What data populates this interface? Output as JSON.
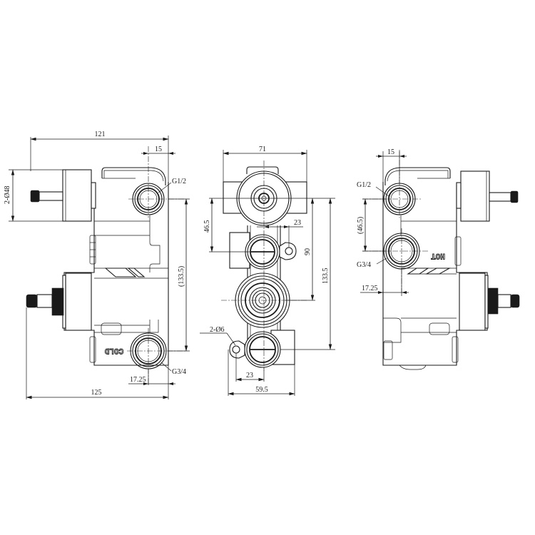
{
  "drawing": {
    "type": "technical-drawing",
    "subject": "concealed thermostatic shower valve body",
    "views": [
      {
        "id": "left-side-view",
        "labels": {
          "port_top": "G1/2",
          "port_bottom": "G3/4",
          "text_cold": "COLD"
        },
        "dimensions": {
          "overall_top": "121",
          "port_offset_top": "15",
          "spindle_dia": "2-Ø48",
          "height_between": "(133.5)",
          "port_offset_bottom": "17.25",
          "overall_bottom": "125"
        }
      },
      {
        "id": "front-view",
        "labels": {},
        "dimensions": {
          "width_top": "71",
          "upper_spacing": "46.5",
          "hole_offset_top": "23",
          "center_spacing": "90",
          "overall_height": "133.5",
          "mount_hole": "2-Ø6",
          "hole_offset_bottom": "23",
          "width_bottom": "59.5"
        }
      },
      {
        "id": "right-side-view",
        "labels": {
          "port_top": "G1/2",
          "port_bottom": "G3/4",
          "text_hot": "HOT"
        },
        "dimensions": {
          "port_offset_top": "15",
          "port_spacing": "(46.5)",
          "port_offset_bottom": "17.25"
        }
      }
    ],
    "colors": {
      "line": "#1a1a1a",
      "background": "#ffffff"
    }
  }
}
